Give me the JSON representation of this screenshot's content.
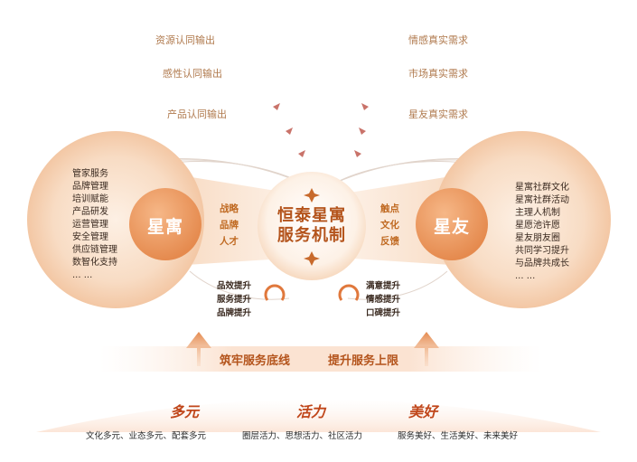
{
  "left_arcs": [
    "资源认同输出",
    "感性认同输出",
    "产品认同输出"
  ],
  "right_arcs": [
    "情感真实需求",
    "市场真实需求",
    "星友真实需求"
  ],
  "left_node": {
    "title": "星寓",
    "items": [
      "管家服务",
      "品牌管理",
      "培训赋能",
      "产品研发",
      "运营管理",
      "安全管理",
      "供应链管理",
      "数智化支持",
      "... ..."
    ]
  },
  "right_node": {
    "title": "星友",
    "items": [
      "星寓社群文化",
      "星寓社群活动",
      "主理人机制",
      "星愿池许愿",
      "星友朋友圈",
      "共同学习提升",
      "与品牌共成长",
      "... ..."
    ]
  },
  "left_connector": [
    "战略",
    "品牌",
    "人才"
  ],
  "right_connector": [
    "触点",
    "文化",
    "反馈"
  ],
  "center": {
    "line1": "恒泰星寓",
    "line2": "服务机制"
  },
  "left_improve": [
    "品效提升",
    "服务提升",
    "品牌提升"
  ],
  "right_improve": [
    "满意提升",
    "情感提升",
    "口碑提升"
  ],
  "band": {
    "left": "筑牢服务底线",
    "right": "提升服务上限"
  },
  "values": [
    {
      "title": "多元",
      "desc": "文化多元、业态多元、配套多元"
    },
    {
      "title": "活力",
      "desc": "圈层活力、思想活力、社区活力"
    },
    {
      "title": "美好",
      "desc": "服务美好、生活美好、未来美好"
    }
  ],
  "colors": {
    "accent": "#c0461a",
    "orange": "#e07a3a",
    "peach": "#f6d3b6",
    "arc": "#d9cbc2"
  }
}
